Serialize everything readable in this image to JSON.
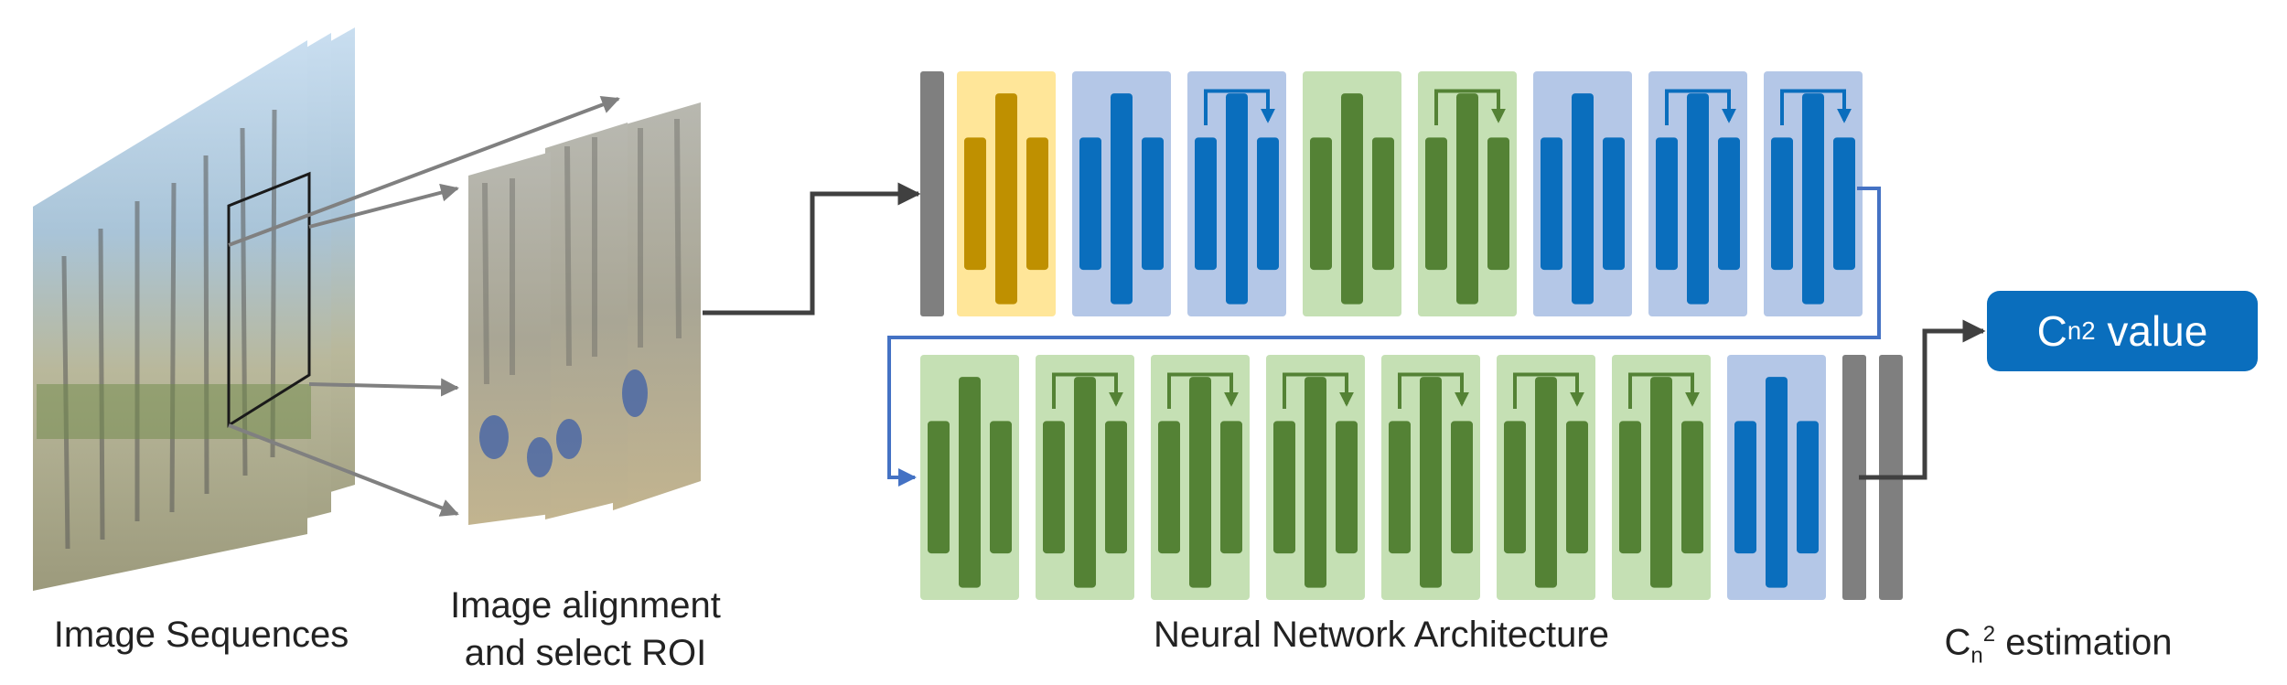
{
  "captions": {
    "image_sequences": "Image Sequences",
    "alignment_line1": "Image alignment",
    "alignment_line2": "and select ROI",
    "architecture": "Neural Network Architecture",
    "estimation_base": "C",
    "estimation_sub": "n",
    "estimation_sup": "2",
    "estimation_rest": " estimation"
  },
  "output": {
    "base": "C",
    "sub": "n",
    "sup": "2",
    "rest": " value"
  },
  "architecture": {
    "row1": [
      {
        "type": "gray"
      },
      {
        "type": "yellow"
      },
      {
        "type": "blue"
      },
      {
        "type": "blue",
        "skip": true
      },
      {
        "type": "green"
      },
      {
        "type": "green",
        "skip": true
      },
      {
        "type": "blue"
      },
      {
        "type": "blue",
        "skip": true
      },
      {
        "type": "blue",
        "skip": true
      }
    ],
    "row2": [
      {
        "type": "green"
      },
      {
        "type": "green",
        "skip": true
      },
      {
        "type": "green",
        "skip": true
      },
      {
        "type": "green",
        "skip": true
      },
      {
        "type": "green",
        "skip": true
      },
      {
        "type": "green",
        "skip": true
      },
      {
        "type": "green",
        "skip": true
      },
      {
        "type": "blue"
      },
      {
        "type": "gray"
      },
      {
        "type": "gray"
      }
    ]
  },
  "colors": {
    "gray": "#7f7f7f",
    "yellow_bg": "#ffe699",
    "yellow_bar": "#bf9000",
    "blue_bg": "#b4c7e7",
    "blue_bar": "#0a6ebd",
    "green_bg": "#c5e0b4",
    "green_bar": "#548235",
    "connector": "#404040",
    "arrow_gray": "#808080",
    "route_blue": "#4472c4"
  }
}
